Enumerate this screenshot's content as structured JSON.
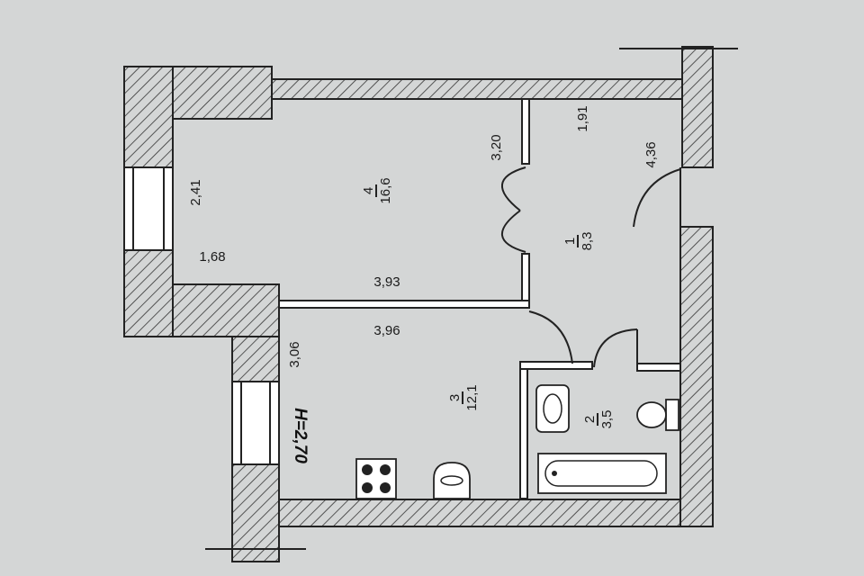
{
  "rooms": {
    "room1": {
      "number": "1",
      "area": "8,3"
    },
    "room2": {
      "number": "2",
      "area": "3,5"
    },
    "room3": {
      "number": "3",
      "area": "12,1"
    },
    "room4": {
      "number": "4",
      "area": "16,6"
    }
  },
  "dimensions": {
    "d_1_91": "1,91",
    "d_4_36": "4,36",
    "d_3_20": "3,20",
    "d_2_41": "2,41",
    "d_1_68": "1,68",
    "d_3_93": "3,93",
    "d_3_96": "3,96",
    "d_3_06": "3,06"
  },
  "ceiling_height": "H=2,70"
}
